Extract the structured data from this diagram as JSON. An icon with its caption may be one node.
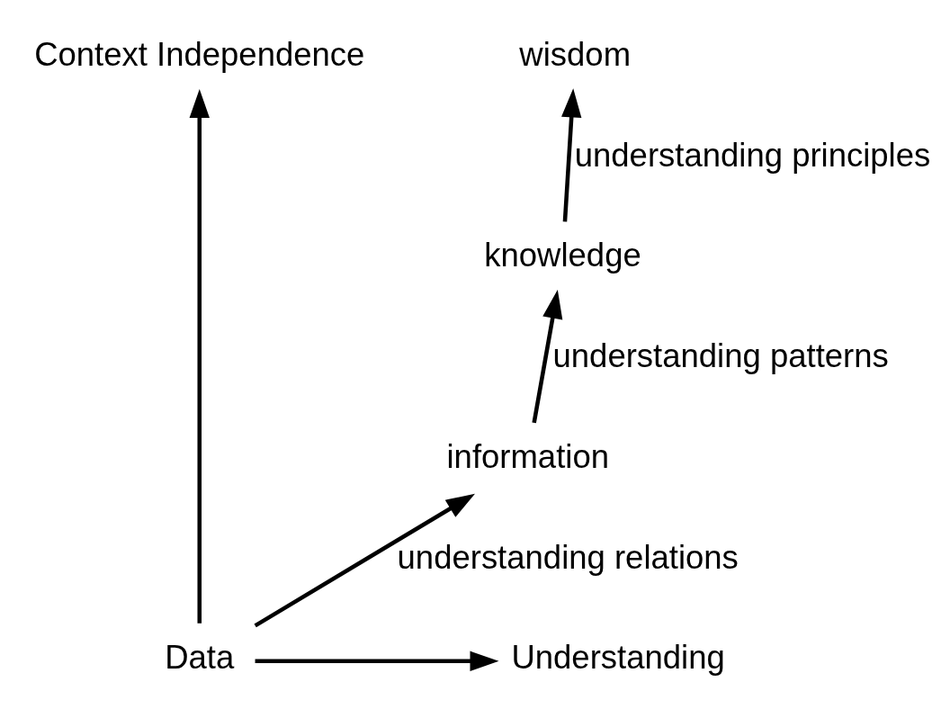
{
  "diagram": {
    "nodes": [
      {
        "text": [
          "Context Independence"
        ]
      },
      {
        "text": [
          "wisdom"
        ]
      },
      {
        "text": [
          "knowledge"
        ]
      },
      {
        "text": [
          "information"
        ]
      },
      {
        "text": [
          "Data"
        ]
      },
      {
        "text": [
          "Understanding"
        ]
      }
    ],
    "edges": [
      {
        "from": 4,
        "to": 0,
        "arrow": "to"
      },
      {
        "from": 4,
        "to": 5,
        "arrow": "to"
      },
      {
        "from": 4,
        "to": 3,
        "arrow": "to",
        "label": "understanding relations"
      },
      {
        "from": 3,
        "to": 2,
        "arrow": "to",
        "label": "understanding patterns"
      },
      {
        "from": 2,
        "to": 1,
        "arrow": "to",
        "label": "understanding principles"
      }
    ]
  }
}
